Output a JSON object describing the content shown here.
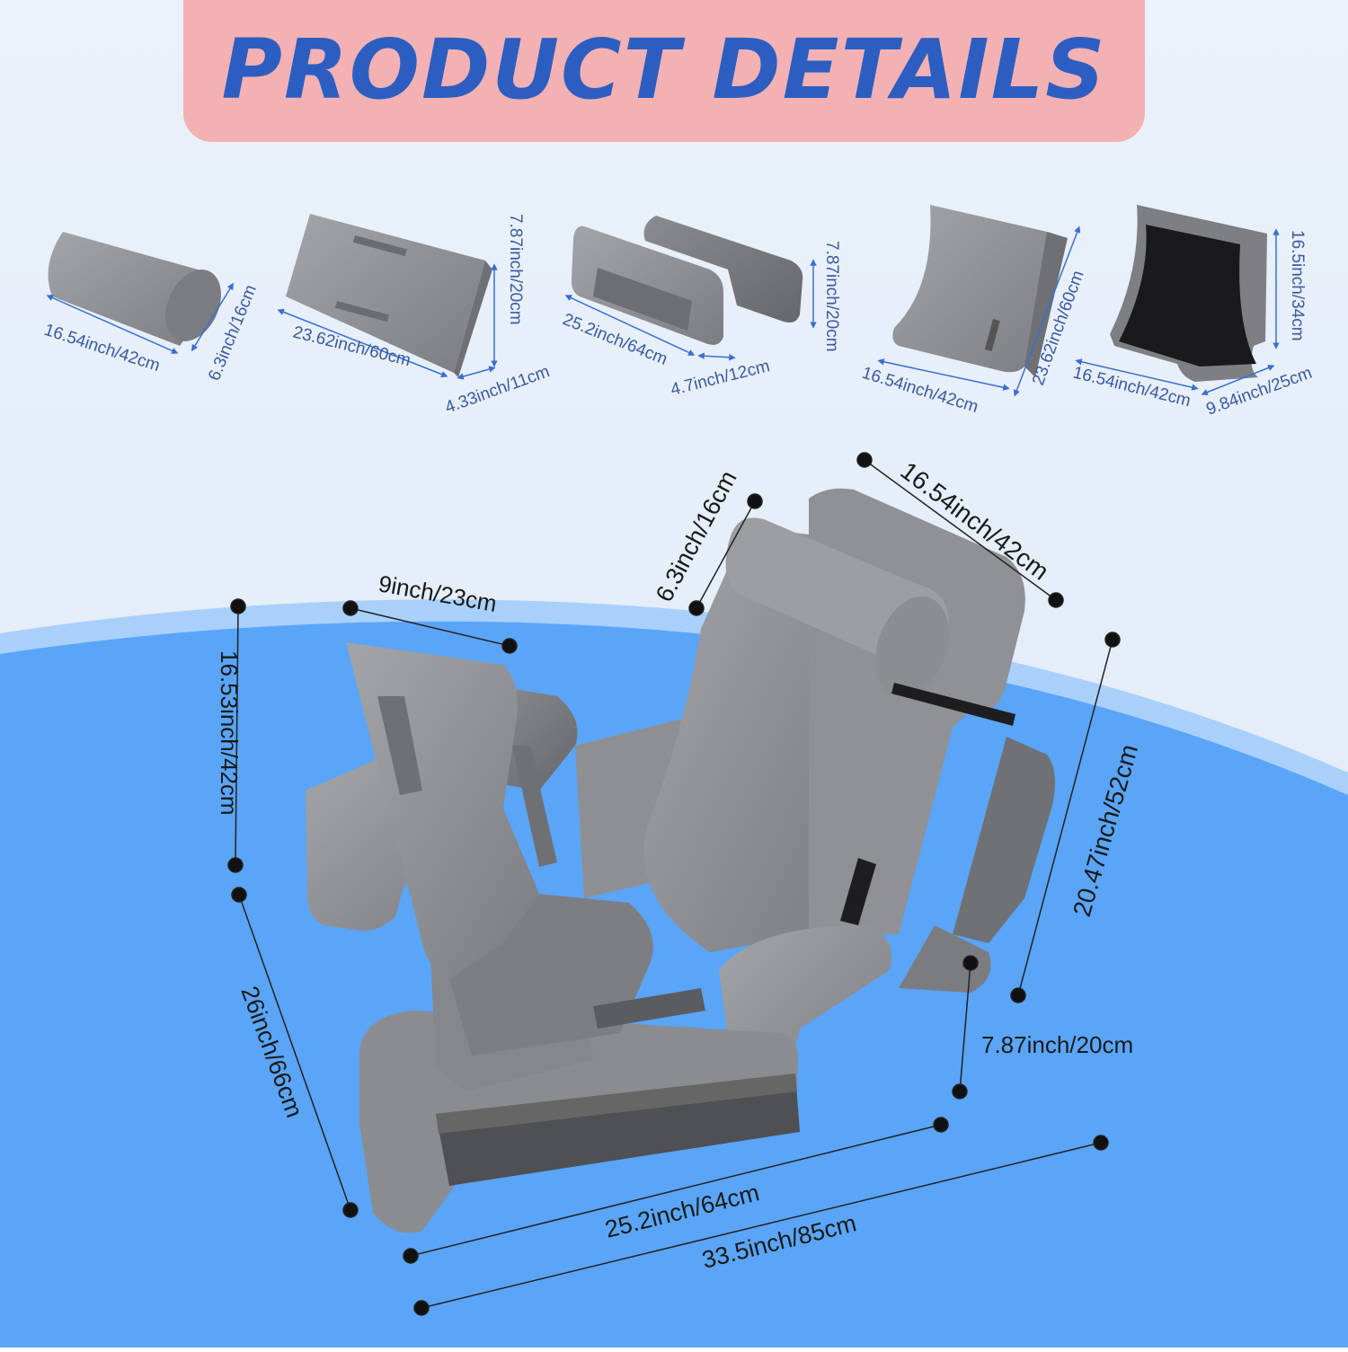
{
  "banner": {
    "title": "PRODUCT DETAILS"
  },
  "colors": {
    "top_bg": "#e6eef8",
    "curve_blue": "#5aa5f7",
    "banner_pink": "#f4b1b3",
    "title_blue": "#2c5ec2",
    "foam_gray": "#8d8f93",
    "small_label": "#3a5aa0",
    "dot": "#111111"
  },
  "pieces": [
    {
      "name": "neck-roll",
      "labels": [
        "16.54inch/42cm",
        "6.3inch/16cm"
      ]
    },
    {
      "name": "wedge",
      "labels": [
        "23.62inch/60cm",
        "7.87inch/20cm",
        "4.33inch/11cm"
      ]
    },
    {
      "name": "armrests",
      "labels": [
        "25.2inch/64cm",
        "7.87inch/20cm",
        "4.7inch/12cm"
      ]
    },
    {
      "name": "curved-back",
      "labels": [
        "16.54inch/42cm",
        "23.62inch/60cm"
      ]
    },
    {
      "name": "base-support",
      "labels": [
        "16.5inch/34cm",
        "16.54inch/42cm",
        "9.84inch/25cm"
      ]
    }
  ],
  "assembled": {
    "labels": {
      "top_width": "16.54inch/42cm",
      "neck_roll": "6.3inch/16cm",
      "wedge_width": "9inch/23cm",
      "left_height": "16.53inch/42cm",
      "right_height": "20.47inch/52cm",
      "armrest_height": "7.87inch/20cm",
      "depth": "26inch/66cm",
      "width": "25.2inch/64cm",
      "total_width": "33.5inch/85cm"
    }
  }
}
